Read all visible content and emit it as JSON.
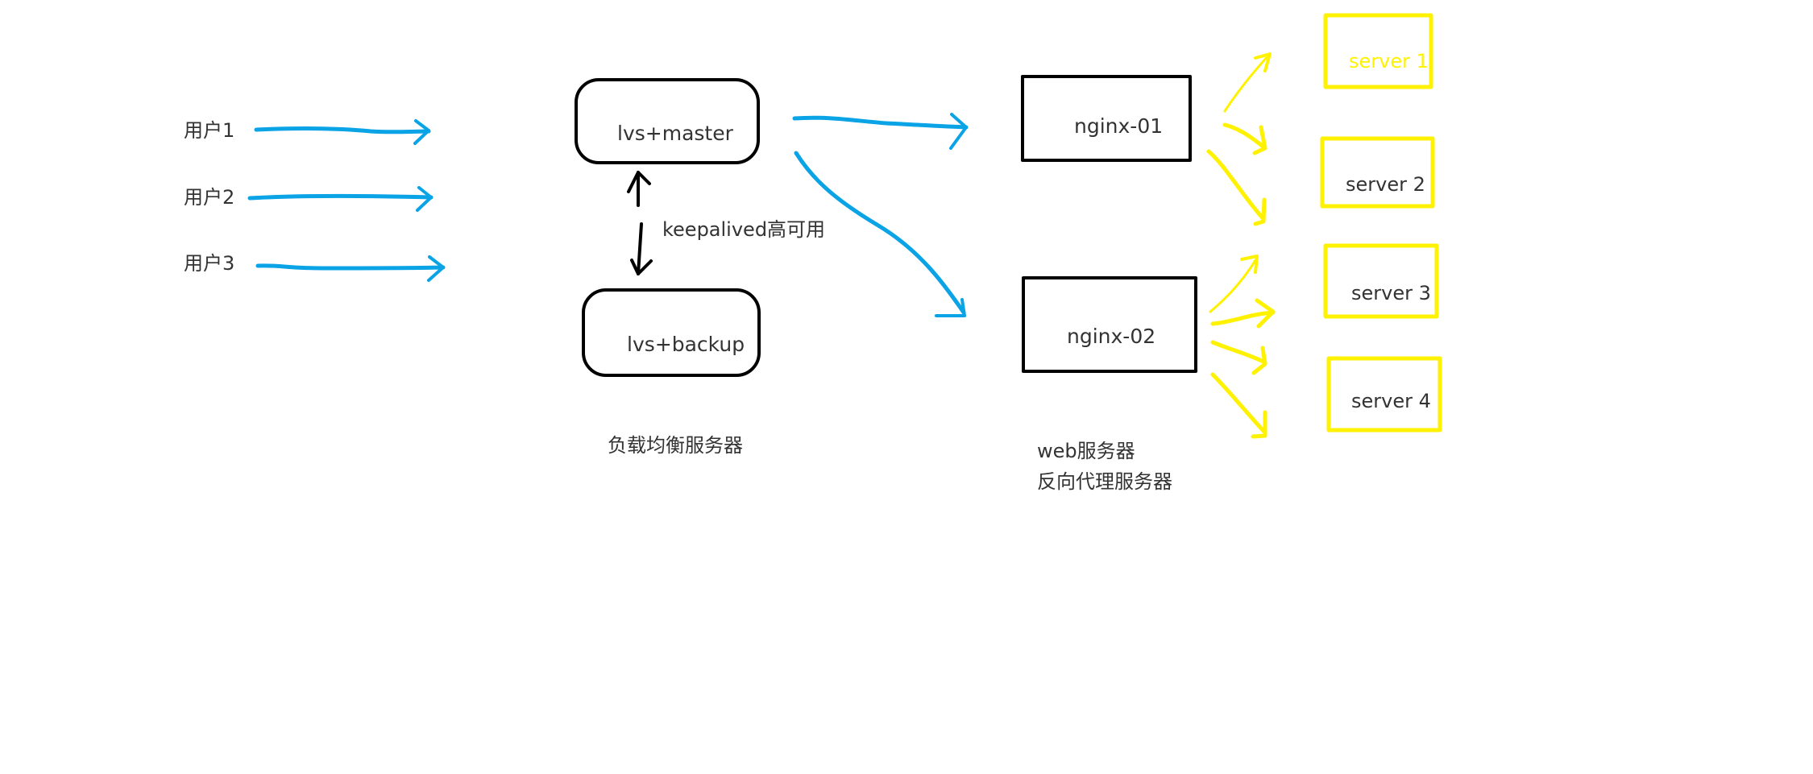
{
  "colors": {
    "flow_blue": "#0aa3e6",
    "route_yellow": "#fff200",
    "border_black": "#000000",
    "text_gray": "#333333"
  },
  "users": [
    {
      "label": "用户1"
    },
    {
      "label": "用户2"
    },
    {
      "label": "用户3"
    }
  ],
  "load_balancer": {
    "master_label": "lvs+master",
    "backup_label": "lvs+backup",
    "ha_label": "keepalived高可用",
    "caption": "负载均衡服务器"
  },
  "web_tier": {
    "nodes": [
      {
        "label": "nginx-01"
      },
      {
        "label": "nginx-02"
      }
    ],
    "caption_line1": "web服务器",
    "caption_line2": "反向代理服务器"
  },
  "servers": [
    {
      "label": "server 1"
    },
    {
      "label": "server 2"
    },
    {
      "label": "server 3"
    },
    {
      "label": "server 4"
    }
  ]
}
